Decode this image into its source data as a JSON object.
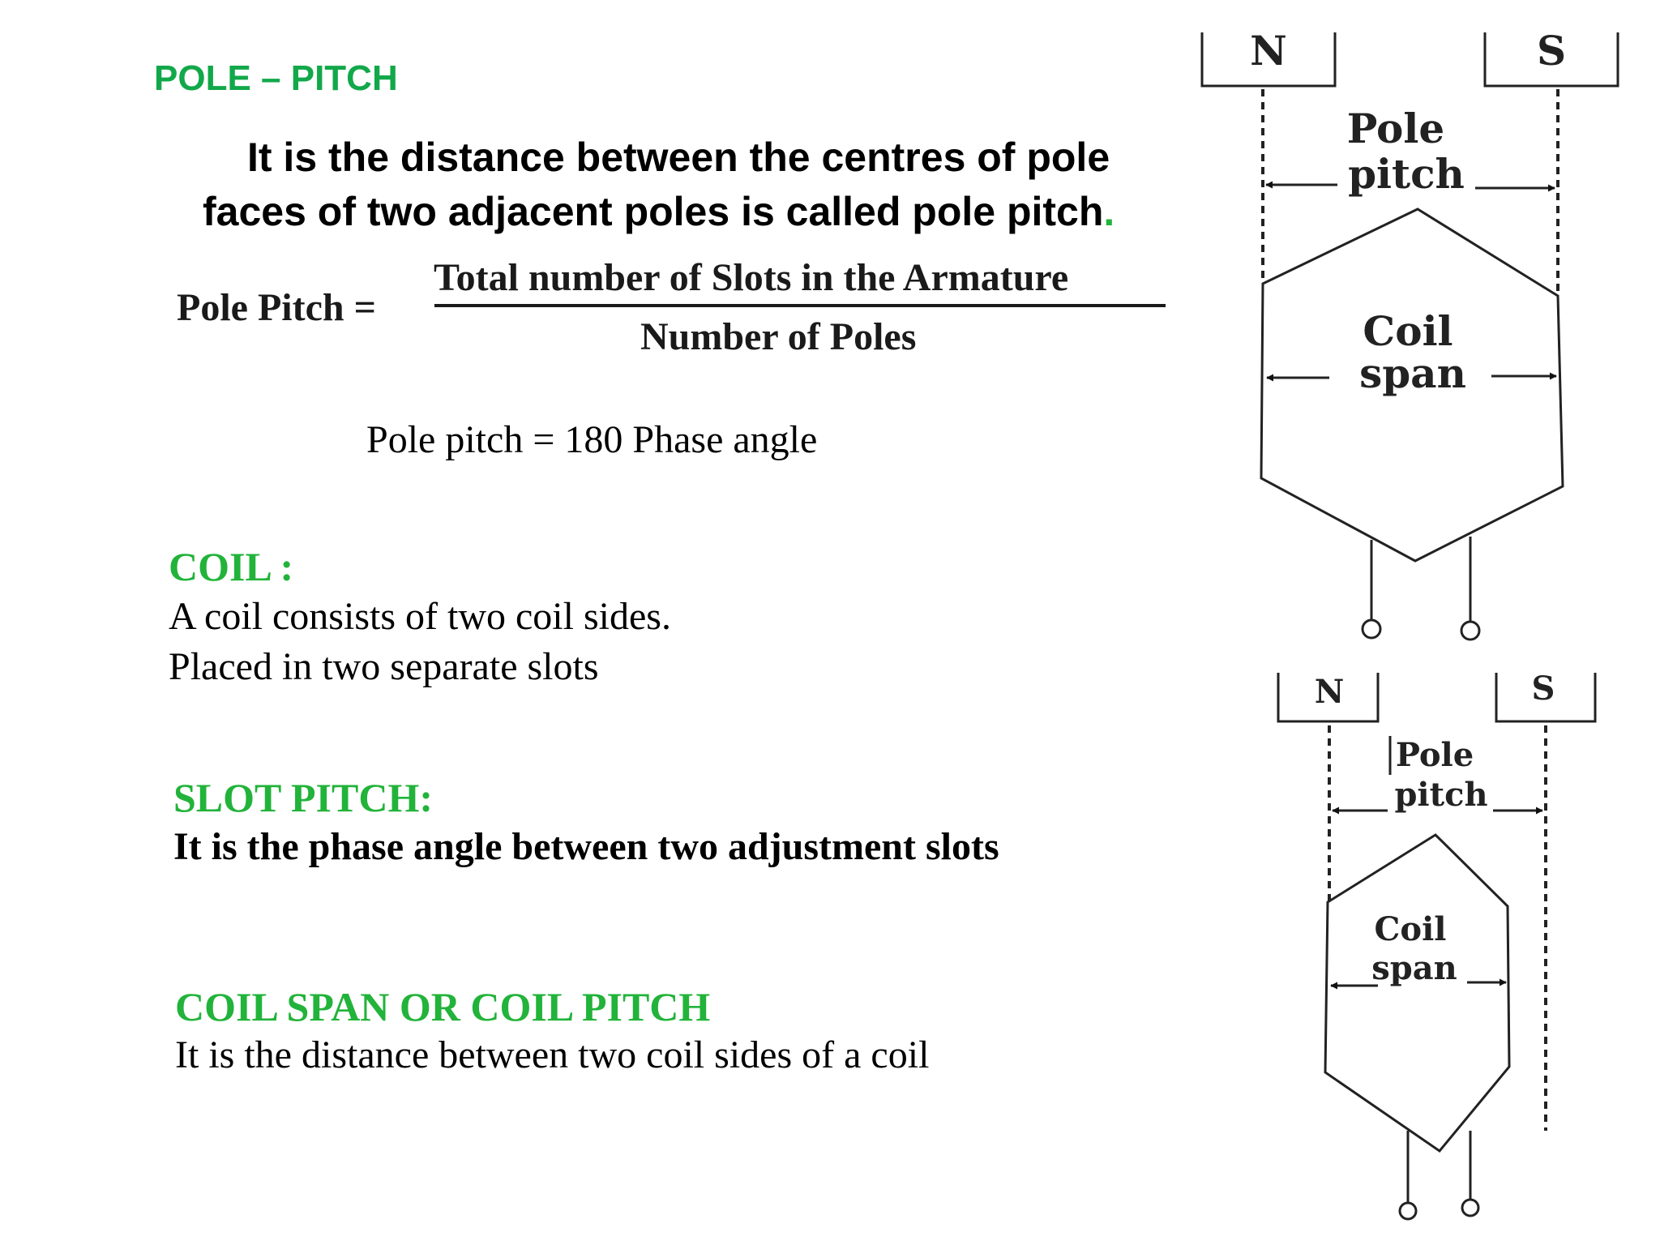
{
  "pole_pitch": {
    "heading": "POLE – PITCH",
    "definition_line1": "It is the distance between the centres of pole",
    "definition_line2": "faces of two adjacent poles  is called pole pitch",
    "definition_end": ".",
    "formula_lhs": "Pole  Pitch =",
    "formula_numerator": "Total number of Slots in the Armature",
    "formula_denominator": "Number of Poles",
    "phase_note": "Pole pitch = 180 Phase angle"
  },
  "coil": {
    "heading": "COIL :",
    "line1": "A coil consists of two coil sides.",
    "line2": "Placed in two separate slots"
  },
  "slot_pitch": {
    "heading": "SLOT PITCH:",
    "text": "It is the phase angle between two adjustment slots"
  },
  "coil_span": {
    "heading": "COIL SPAN OR COIL PITCH",
    "text": "It is the distance between two coil sides of a coil"
  },
  "diagram_top": {
    "north": "N",
    "south": "S",
    "pole_pitch_l1": "Pole",
    "pole_pitch_l2": "pitch",
    "coil_span_l1": "Coil",
    "coil_span_l2": "span"
  },
  "diagram_bottom": {
    "north": "N",
    "south": "S",
    "pole_pitch_l1": "Pole",
    "pole_pitch_l2": "pitch",
    "coil_span_l1": "Coil",
    "coil_span_l2": "span"
  },
  "colors": {
    "heading_green": "#22b33a",
    "title_green": "#12a84a",
    "text": "#000000"
  }
}
